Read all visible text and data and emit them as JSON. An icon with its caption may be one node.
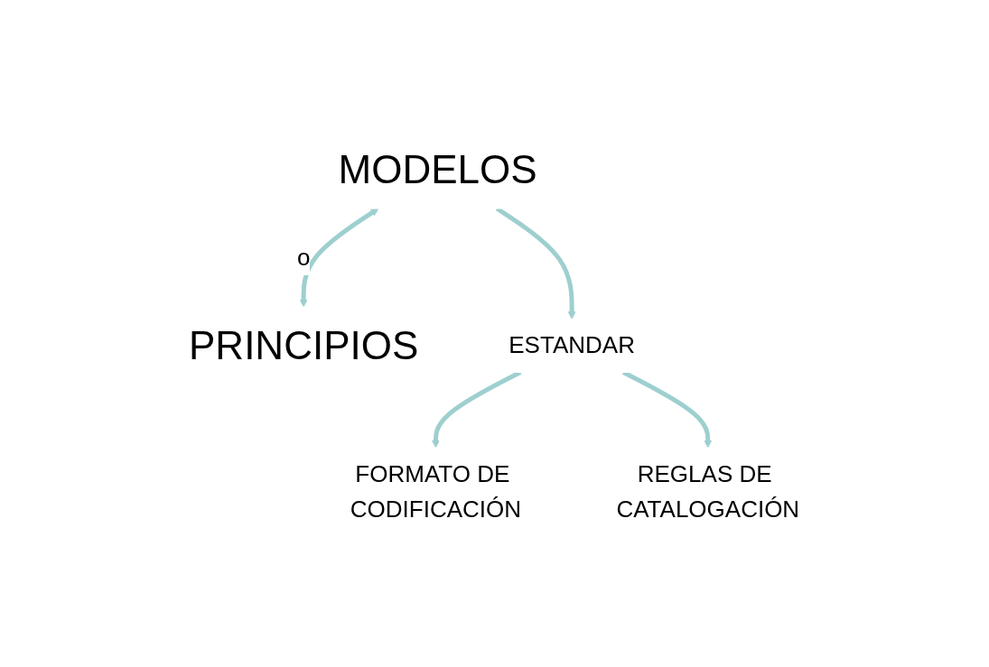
{
  "diagram": {
    "nodes": [
      {
        "text": [
          "MODELOS"
        ]
      },
      {
        "text": [
          "PRINCIPIOS"
        ]
      },
      {
        "text": [
          "ESTANDAR"
        ]
      },
      {
        "text": [
          "FORMATO DE CODIFICACIÓN"
        ]
      },
      {
        "text": [
          "REGLAS DE CATALOGACIÓN"
        ]
      }
    ],
    "edges": [
      {
        "from": 0,
        "to": 1,
        "arrow": "both",
        "label": "o"
      },
      {
        "from": 0,
        "to": 2,
        "arrow": "to"
      },
      {
        "from": 2,
        "to": 3,
        "arrow": "to"
      },
      {
        "from": 2,
        "to": 4,
        "arrow": "to"
      }
    ]
  }
}
